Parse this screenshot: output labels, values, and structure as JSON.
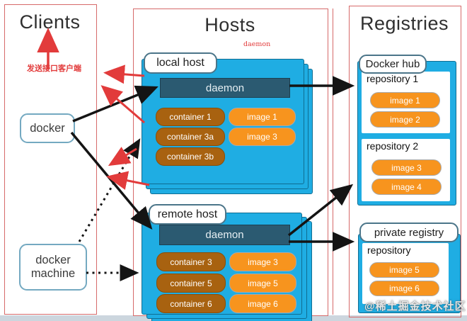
{
  "sections": {
    "clients_title": "Clients",
    "hosts_title": "Hosts",
    "registries_title": "Registries"
  },
  "annotations": {
    "send_api_client": "发送接口客户端",
    "daemon_note": "daemon"
  },
  "clients": {
    "docker_label": "docker",
    "docker_machine_label": "docker machine"
  },
  "hosts": {
    "local": {
      "tab": "local host",
      "daemon": "daemon",
      "containers": [
        "container 1",
        "container 3a",
        "container 3b"
      ],
      "images": [
        "image 1",
        "image 3"
      ]
    },
    "remote": {
      "tab": "remote host",
      "daemon": "daemon",
      "containers": [
        "container 3",
        "container 5",
        "container 6"
      ],
      "images": [
        "image 3",
        "image 5",
        "image 6"
      ]
    }
  },
  "registries": {
    "docker_hub": {
      "tab": "Docker hub",
      "repo1": {
        "name": "repository 1",
        "images": [
          "image 1",
          "image 2"
        ]
      },
      "repo2": {
        "name": "repository 2",
        "images": [
          "image 3",
          "image 4"
        ]
      }
    },
    "private": {
      "tab": "private registry",
      "repo": {
        "name": "repository",
        "images": [
          "image 5",
          "image 6"
        ]
      }
    }
  },
  "watermark": "@稀土掘金技术社区",
  "colors": {
    "host_blue": "#1fade3",
    "daemon_bar": "#2b5a71",
    "container_pill": "#a86210",
    "image_pill": "#f7941e",
    "annotation_red": "#e23b3b",
    "frame_red": "#d66a6a"
  }
}
